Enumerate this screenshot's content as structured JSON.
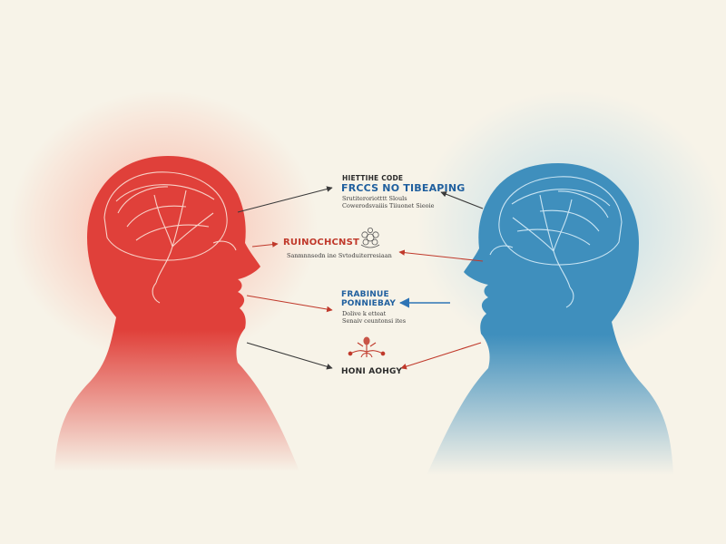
{
  "colors": {
    "background": "#f7f3e8",
    "left_head": "#e0403a",
    "right_head": "#3f8fbd",
    "arrow_dark": "#3a3a3a",
    "arrow_red": "#c0392b",
    "arrow_blue": "#2e74b5",
    "text_dark": "#2a2a2a",
    "text_red": "#c0392b",
    "text_blue": "#1f5f9e"
  },
  "icons": {
    "left_brain": "brain-icon",
    "right_brain": "brain-icon",
    "emotion_cluster": "flower-cluster-icon",
    "hormone_figure": "molecule-figure-icon"
  },
  "labels": {
    "block1": {
      "line1": "HIETTIHE CODE",
      "line2": "FRCCS NO TIBEAPING",
      "detail1": "Srutiteroriotttt Slouls",
      "detail2": "Cowerodsvaiiis Tiiuonet Sieoie"
    },
    "block2": {
      "title": "RUINOCHCNST",
      "detail": "Sanmnnsedn ine Svtoduiterresiaan"
    },
    "block3": {
      "line1": "FRABINUE",
      "line2": "PONNIEBAY",
      "detail1": "Dolive k etteat",
      "detail2": "Senaiv ceuntonsi ites"
    },
    "block4": {
      "title": "HONI AOHGY"
    }
  }
}
